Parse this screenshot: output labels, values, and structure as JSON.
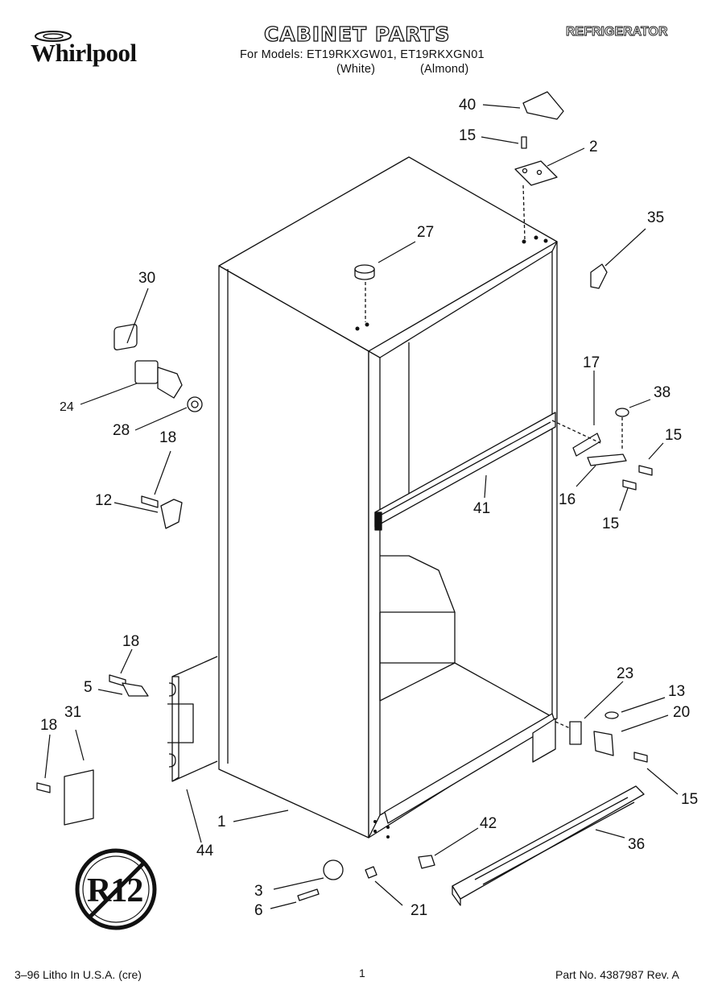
{
  "header": {
    "brand": "Whirlpool",
    "title": "CABINET PARTS",
    "appliance": "REFRIGERATOR",
    "models_line": "For Models: ET19RKXGW01, ET19RKXGN01",
    "variant_white": "(White)",
    "variant_almond": "(Almond)"
  },
  "callouts": {
    "c40": "40",
    "c15a": "15",
    "c2": "2",
    "c35": "35",
    "c27": "27",
    "c30": "30",
    "c24": "24",
    "c28": "28",
    "c18a": "18",
    "c12": "12",
    "c17": "17",
    "c38": "38",
    "c15b": "15",
    "c16": "16",
    "c15c": "15",
    "c41": "41",
    "c18b": "18",
    "c5": "5",
    "c18c": "18",
    "c31": "31",
    "c1": "1",
    "c44": "44",
    "c23": "23",
    "c13": "13",
    "c20": "20",
    "c15d": "15",
    "c42": "42",
    "c36": "36",
    "c3": "3",
    "c6": "6",
    "c21": "21"
  },
  "badge": {
    "text": "R12"
  },
  "footer": {
    "left": "3–96 Litho In U.S.A. (cre)",
    "page": "1",
    "right": "Part No. 4387987 Rev. A"
  }
}
